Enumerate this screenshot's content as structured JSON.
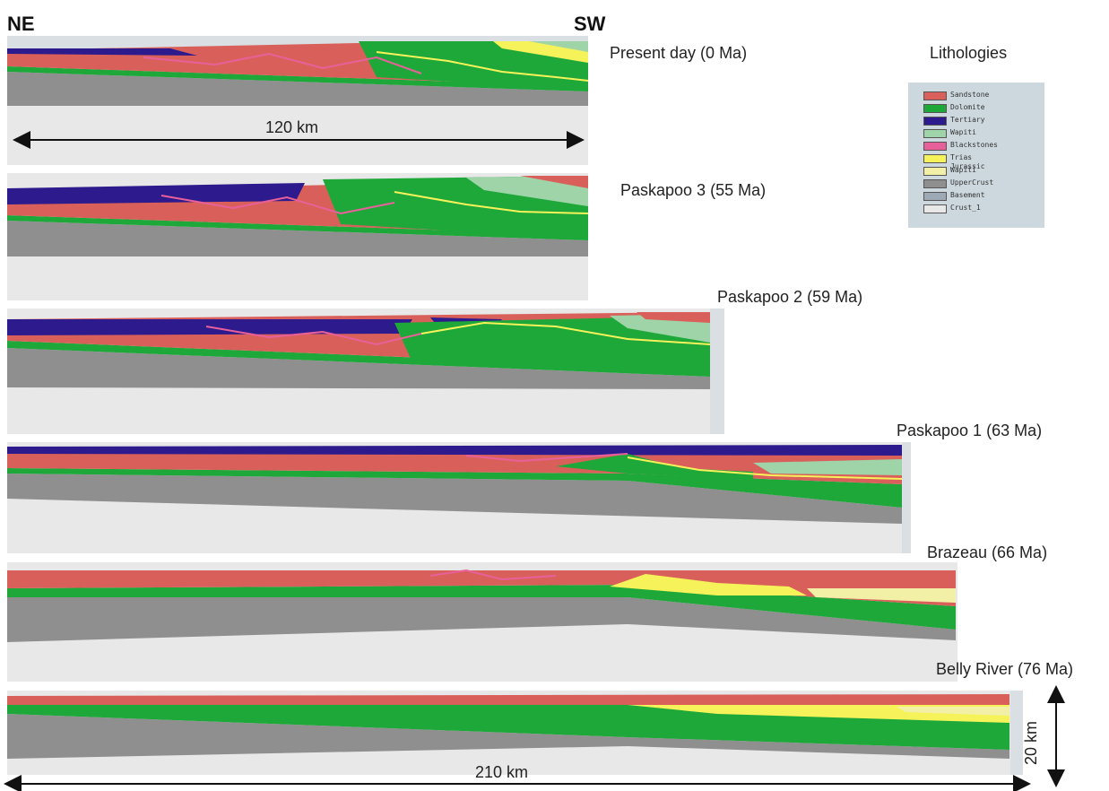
{
  "orientation": {
    "left": "NE",
    "right": "SW"
  },
  "sections": [
    {
      "label": "Present day (0 Ma)"
    },
    {
      "label": "Paskapoo 3 (55 Ma)"
    },
    {
      "label": "Paskapoo 2 (59 Ma)"
    },
    {
      "label": "Paskapoo 1 (63 Ma)"
    },
    {
      "label": "Brazeau (66 Ma)"
    },
    {
      "label": "Belly River (76 Ma)"
    }
  ],
  "scales": {
    "top_width": "120 km",
    "bottom_width": "210 km",
    "vertical": "20 km"
  },
  "legend": {
    "title": "Lithologies",
    "items": [
      {
        "name": "Sandstone",
        "color": "#d9605a"
      },
      {
        "name": "Dolomite",
        "color": "#1ea83a"
      },
      {
        "name": "Tertiary",
        "color": "#2d1a8c"
      },
      {
        "name": "Wapiti",
        "color": "#9fd4a8"
      },
      {
        "name": "Blackstones",
        "color": "#e8609a"
      },
      {
        "name": "Trias Jurassic",
        "color": "#f6f25a"
      },
      {
        "name": "Wapiti",
        "color": "#f2f0a6"
      },
      {
        "name": "UpperCrust",
        "color": "#8f8f8f"
      },
      {
        "name": "Basement",
        "color": "#9da9b5"
      },
      {
        "name": "Crust_1",
        "color": "#e8e8e8"
      }
    ]
  }
}
